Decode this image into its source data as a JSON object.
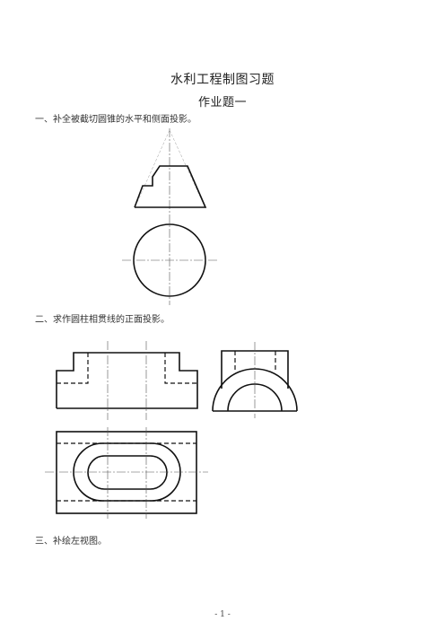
{
  "document": {
    "title": "水利工程制图习题",
    "subtitle": "作业题一",
    "questions": [
      "一、补全被截切圆锥的水平和侧面投影。",
      "二、求作圆柱相贯线的正面投影。",
      "三、补绘左视图。"
    ],
    "page_number": "- 1 -"
  }
}
